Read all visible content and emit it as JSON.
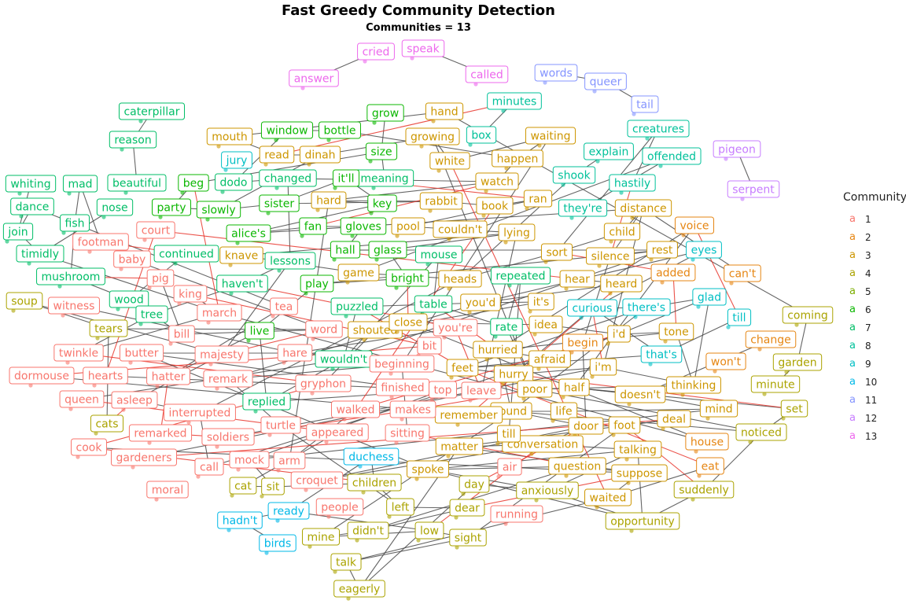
{
  "title": "Fast Greedy Community Detection",
  "subtitle": "Communities =  13",
  "legend": {
    "title": "Community",
    "symbol": "a",
    "entries": [
      "1",
      "2",
      "3",
      "4",
      "5",
      "6",
      "7",
      "8",
      "9",
      "10",
      "11",
      "12",
      "13"
    ]
  },
  "community_colors": [
    "#F8766D",
    "#E68613",
    "#CD9600",
    "#ABA300",
    "#7CAE00",
    "#0CB702",
    "#00BE67",
    "#00C19A",
    "#00BFC4",
    "#00B8E7",
    "#8494FF",
    "#C77CFF",
    "#ED68ED"
  ],
  "nodes": [
    {
      "w": "cried",
      "c": 13
    },
    {
      "w": "speak",
      "c": 13
    },
    {
      "w": "answer",
      "c": 13
    },
    {
      "w": "called",
      "c": 13
    },
    {
      "w": "words",
      "c": 11
    },
    {
      "w": "queer",
      "c": 11
    },
    {
      "w": "tail",
      "c": 11
    },
    {
      "w": "pigeon",
      "c": 12
    },
    {
      "w": "serpent",
      "c": 12
    },
    {
      "w": "caterpillar",
      "c": 7
    },
    {
      "w": "minutes",
      "c": 8
    },
    {
      "w": "creatures",
      "c": 8
    },
    {
      "w": "offended",
      "c": 8
    },
    {
      "w": "reason",
      "c": 7
    },
    {
      "w": "explain",
      "c": 8
    },
    {
      "w": "box",
      "c": 8
    },
    {
      "w": "shook",
      "c": 8
    },
    {
      "w": "hastily",
      "c": 8
    },
    {
      "w": "they're",
      "c": 8
    },
    {
      "w": "eyes",
      "c": 9
    },
    {
      "w": "glad",
      "c": 9
    },
    {
      "w": "till",
      "c": 9
    },
    {
      "w": "there's",
      "c": 9
    },
    {
      "w": "curious",
      "c": 9
    },
    {
      "w": "that's",
      "c": 9
    },
    {
      "w": "jury",
      "c": 9
    },
    {
      "w": "duchess",
      "c": 10
    },
    {
      "w": "ready",
      "c": 10
    },
    {
      "w": "hadn't",
      "c": 10
    },
    {
      "w": "birds",
      "c": 10
    },
    {
      "w": "whiting",
      "c": 7
    },
    {
      "w": "mad",
      "c": 7
    },
    {
      "w": "beautiful",
      "c": 7
    },
    {
      "w": "dance",
      "c": 7
    },
    {
      "w": "nose",
      "c": 7
    },
    {
      "w": "fish",
      "c": 7
    },
    {
      "w": "join",
      "c": 7
    },
    {
      "w": "timidly",
      "c": 7
    },
    {
      "w": "continued",
      "c": 7
    },
    {
      "w": "mushroom",
      "c": 7
    },
    {
      "w": "wood",
      "c": 7
    },
    {
      "w": "tree",
      "c": 7
    },
    {
      "w": "haven't",
      "c": 7
    },
    {
      "w": "lessons",
      "c": 7
    },
    {
      "w": "changed",
      "c": 7
    },
    {
      "w": "dodo",
      "c": 7
    },
    {
      "w": "meaning",
      "c": 7
    },
    {
      "w": "puzzled",
      "c": 7
    },
    {
      "w": "repeated",
      "c": 7
    },
    {
      "w": "replied",
      "c": 7
    },
    {
      "w": "wouldn't",
      "c": 7
    },
    {
      "w": "mouse",
      "c": 7
    },
    {
      "w": "table",
      "c": 7
    },
    {
      "w": "rate",
      "c": 7
    },
    {
      "w": "window",
      "c": 6
    },
    {
      "w": "grow",
      "c": 6
    },
    {
      "w": "bottle",
      "c": 6
    },
    {
      "w": "size",
      "c": 6
    },
    {
      "w": "beg",
      "c": 6
    },
    {
      "w": "party",
      "c": 6
    },
    {
      "w": "slowly",
      "c": 6
    },
    {
      "w": "sister",
      "c": 6
    },
    {
      "w": "it'll",
      "c": 6
    },
    {
      "w": "key",
      "c": 6
    },
    {
      "w": "alice's",
      "c": 6
    },
    {
      "w": "fan",
      "c": 6
    },
    {
      "w": "gloves",
      "c": 6
    },
    {
      "w": "hall",
      "c": 6
    },
    {
      "w": "glass",
      "c": 6
    },
    {
      "w": "bright",
      "c": 6
    },
    {
      "w": "play",
      "c": 6
    },
    {
      "w": "live",
      "c": 6
    },
    {
      "w": "soup",
      "c": 4
    },
    {
      "w": "tears",
      "c": 4
    },
    {
      "w": "cats",
      "c": 4
    },
    {
      "w": "cat",
      "c": 4
    },
    {
      "w": "sit",
      "c": 4
    },
    {
      "w": "children",
      "c": 4
    },
    {
      "w": "left",
      "c": 4
    },
    {
      "w": "dear",
      "c": 4
    },
    {
      "w": "didn't",
      "c": 4
    },
    {
      "w": "mine",
      "c": 4
    },
    {
      "w": "low",
      "c": 4
    },
    {
      "w": "sight",
      "c": 4
    },
    {
      "w": "talk",
      "c": 4
    },
    {
      "w": "eagerly",
      "c": 4
    },
    {
      "w": "day",
      "c": 4
    },
    {
      "w": "anxiously",
      "c": 4
    },
    {
      "w": "opportunity",
      "c": 4
    },
    {
      "w": "suddenly",
      "c": 4
    },
    {
      "w": "noticed",
      "c": 4
    },
    {
      "w": "set",
      "c": 4
    },
    {
      "w": "minute",
      "c": 4
    },
    {
      "w": "garden",
      "c": 4
    },
    {
      "w": "coming",
      "c": 4
    },
    {
      "w": "hand",
      "c": 3
    },
    {
      "w": "mouth",
      "c": 3
    },
    {
      "w": "read",
      "c": 3
    },
    {
      "w": "dinah",
      "c": 3
    },
    {
      "w": "growing",
      "c": 3
    },
    {
      "w": "white",
      "c": 3
    },
    {
      "w": "waiting",
      "c": 3
    },
    {
      "w": "happen",
      "c": 3
    },
    {
      "w": "watch",
      "c": 3
    },
    {
      "w": "hard",
      "c": 3
    },
    {
      "w": "rabbit",
      "c": 3
    },
    {
      "w": "book",
      "c": 3
    },
    {
      "w": "ran",
      "c": 3
    },
    {
      "w": "pool",
      "c": 3
    },
    {
      "w": "couldn't",
      "c": 3
    },
    {
      "w": "lying",
      "c": 3
    },
    {
      "w": "knave",
      "c": 3
    },
    {
      "w": "game",
      "c": 3
    },
    {
      "w": "heads",
      "c": 3
    },
    {
      "w": "sort",
      "c": 3
    },
    {
      "w": "child",
      "c": 3
    },
    {
      "w": "distance",
      "c": 3
    },
    {
      "w": "silence",
      "c": 3
    },
    {
      "w": "rest",
      "c": 3
    },
    {
      "w": "hear",
      "c": 3
    },
    {
      "w": "heard",
      "c": 3
    },
    {
      "w": "you'd",
      "c": 3
    },
    {
      "w": "it's",
      "c": 3
    },
    {
      "w": "shouted",
      "c": 3
    },
    {
      "w": "close",
      "c": 3
    },
    {
      "w": "idea",
      "c": 3
    },
    {
      "w": "i'd",
      "c": 3
    },
    {
      "w": "tone",
      "c": 3
    },
    {
      "w": "hurried",
      "c": 3
    },
    {
      "w": "afraid",
      "c": 3
    },
    {
      "w": "feet",
      "c": 3
    },
    {
      "w": "hurry",
      "c": 3
    },
    {
      "w": "i'm",
      "c": 3
    },
    {
      "w": "thinking",
      "c": 3
    },
    {
      "w": "poor",
      "c": 3
    },
    {
      "w": "half",
      "c": 3
    },
    {
      "w": "doesn't",
      "c": 3
    },
    {
      "w": "mind",
      "c": 3
    },
    {
      "w": "life",
      "c": 3
    },
    {
      "w": "found",
      "c": 3
    },
    {
      "w": "door",
      "c": 3
    },
    {
      "w": "foot",
      "c": 3
    },
    {
      "w": "deal",
      "c": 3
    },
    {
      "w": "matter",
      "c": 3
    },
    {
      "w": "conversation",
      "c": 3
    },
    {
      "w": "talking",
      "c": 3
    },
    {
      "w": "spoke",
      "c": 3
    },
    {
      "w": "question",
      "c": 3
    },
    {
      "w": "suppose",
      "c": 3
    },
    {
      "w": "waited",
      "c": 3
    },
    {
      "w": "remember",
      "c": 3
    },
    {
      "w": "till",
      "c": 3
    },
    {
      "w": "voice",
      "c": 2
    },
    {
      "w": "added",
      "c": 2
    },
    {
      "w": "can't",
      "c": 2
    },
    {
      "w": "change",
      "c": 2
    },
    {
      "w": "won't",
      "c": 2
    },
    {
      "w": "begin",
      "c": 2
    },
    {
      "w": "eat",
      "c": 2
    },
    {
      "w": "house",
      "c": 2
    },
    {
      "w": "footman",
      "c": 1
    },
    {
      "w": "court",
      "c": 1
    },
    {
      "w": "baby",
      "c": 1
    },
    {
      "w": "pig",
      "c": 1
    },
    {
      "w": "king",
      "c": 1
    },
    {
      "w": "witness",
      "c": 1
    },
    {
      "w": "march",
      "c": 1
    },
    {
      "w": "tea",
      "c": 1
    },
    {
      "w": "bill",
      "c": 1
    },
    {
      "w": "word",
      "c": 1
    },
    {
      "w": "twinkle",
      "c": 1
    },
    {
      "w": "butter",
      "c": 1
    },
    {
      "w": "majesty",
      "c": 1
    },
    {
      "w": "hare",
      "c": 1
    },
    {
      "w": "bit",
      "c": 1
    },
    {
      "w": "you're",
      "c": 1
    },
    {
      "w": "dormouse",
      "c": 1
    },
    {
      "w": "hearts",
      "c": 1
    },
    {
      "w": "hatter",
      "c": 1
    },
    {
      "w": "remark",
      "c": 1
    },
    {
      "w": "beginning",
      "c": 1
    },
    {
      "w": "gryphon",
      "c": 1
    },
    {
      "w": "finished",
      "c": 1
    },
    {
      "w": "top",
      "c": 1
    },
    {
      "w": "leave",
      "c": 1
    },
    {
      "w": "queen",
      "c": 1
    },
    {
      "w": "asleep",
      "c": 1
    },
    {
      "w": "interrupted",
      "c": 1
    },
    {
      "w": "walked",
      "c": 1
    },
    {
      "w": "makes",
      "c": 1
    },
    {
      "w": "remarked",
      "c": 1
    },
    {
      "w": "soldiers",
      "c": 1
    },
    {
      "w": "turtle",
      "c": 1
    },
    {
      "w": "appeared",
      "c": 1
    },
    {
      "w": "sitting",
      "c": 1
    },
    {
      "w": "cook",
      "c": 1
    },
    {
      "w": "gardeners",
      "c": 1
    },
    {
      "w": "mock",
      "c": 1
    },
    {
      "w": "arm",
      "c": 1
    },
    {
      "w": "call",
      "c": 1
    },
    {
      "w": "croquet",
      "c": 1
    },
    {
      "w": "air",
      "c": 1
    },
    {
      "w": "moral",
      "c": 1
    },
    {
      "w": "people",
      "c": 1
    },
    {
      "w": "running",
      "c": 1
    }
  ]
}
